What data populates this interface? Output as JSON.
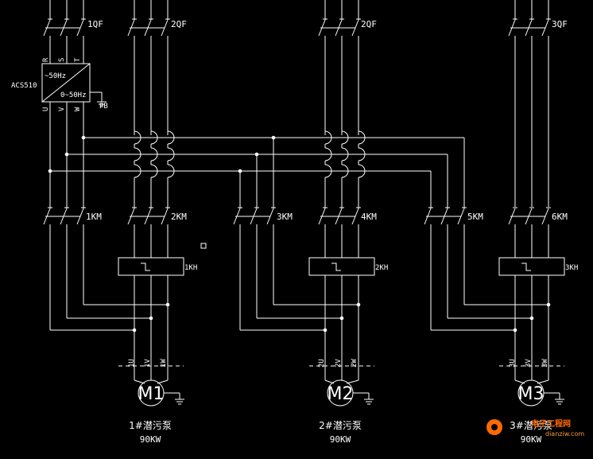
{
  "diagram": {
    "breakers": [
      "1QF",
      "2QF",
      "2QF",
      "3QF"
    ],
    "vfd": {
      "model": "ACS510",
      "input_spec": "~50Hz",
      "output_spec": "0~50Hz",
      "input_terminals": [
        "R",
        "S",
        "T"
      ],
      "output_terminals": [
        "U",
        "V",
        "W"
      ],
      "ground_label": "PB"
    },
    "contactors": [
      "1KM",
      "2KM",
      "3KM",
      "4KM",
      "5KM",
      "6KM"
    ],
    "thermal_relays": [
      "1KH",
      "2KH",
      "3KH"
    ],
    "motor_terminals": [
      [
        "1U",
        "1V",
        "1W"
      ],
      [
        "2U",
        "2V",
        "2W"
      ],
      [
        "3U",
        "3V",
        "3W"
      ]
    ],
    "motors": [
      {
        "symbol": "M1",
        "name": "1#潜污泵",
        "power": "90KW"
      },
      {
        "symbol": "M2",
        "name": "2#潜污泵",
        "power": "90KW"
      },
      {
        "symbol": "M3",
        "name": "3#潜污泵",
        "power": "90KW"
      }
    ]
  },
  "watermark": {
    "text": "电子工程网",
    "url": "dianziw.com"
  },
  "colors": {
    "background": "#000000",
    "wire": "#ffffff",
    "watermark": "#ff6a00"
  }
}
